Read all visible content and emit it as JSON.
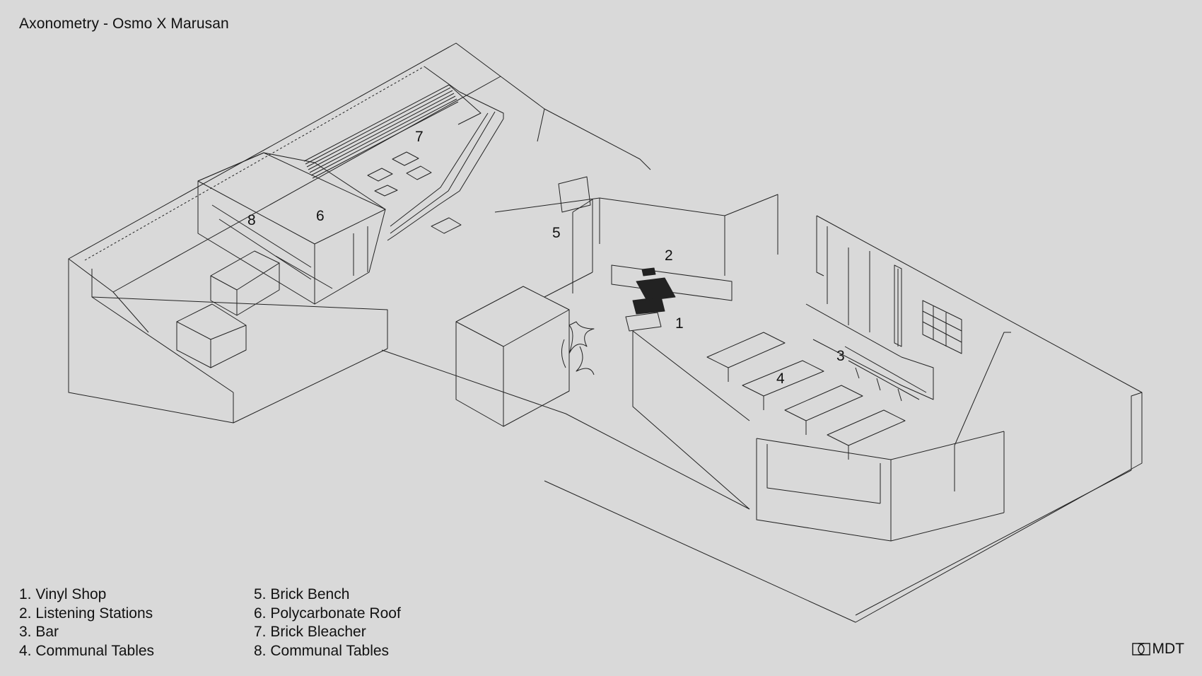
{
  "title": "Axonometry - Osmo X Marusan",
  "markers": [
    "1",
    "2",
    "3",
    "4",
    "5",
    "6",
    "7",
    "8"
  ],
  "legend": {
    "left": [
      "1. Vinyl Shop",
      "2. Listening Stations",
      "3. Bar",
      "4. Communal Tables"
    ],
    "right": [
      "5. Brick Bench",
      "6. Polycarbonate Roof",
      "7. Brick Bleacher",
      "8. Communal Tables"
    ]
  },
  "brand": {
    "name": "MDT",
    "icon": "mdt-logo-icon"
  },
  "colors": {
    "background": "#d9d9d9",
    "line": "#222222"
  }
}
